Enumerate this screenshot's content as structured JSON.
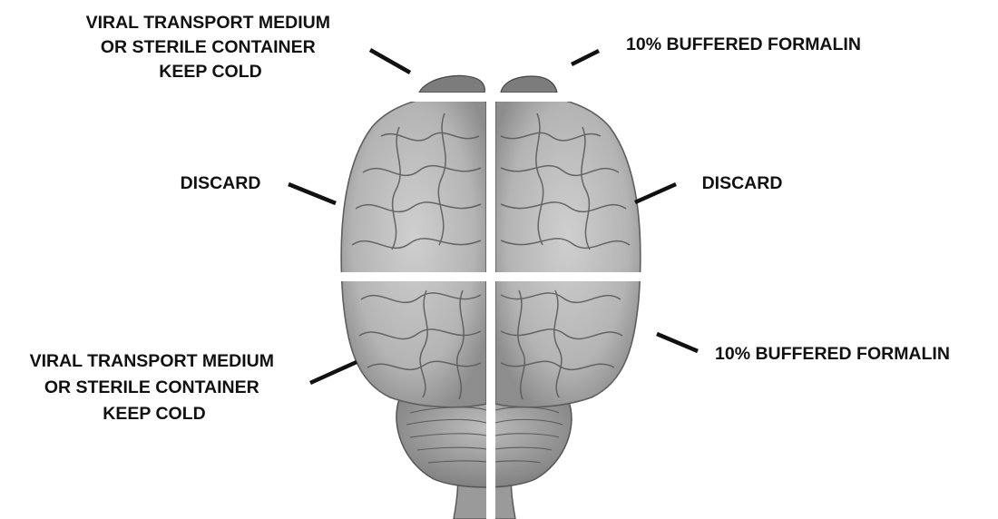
{
  "labels": {
    "top_left": [
      "VIRAL TRANSPORT MEDIUM",
      "OR STERILE CONTAINER",
      "KEEP COLD"
    ],
    "top_right": [
      "10% BUFFERED FORMALIN"
    ],
    "mid_left": [
      "DISCARD"
    ],
    "mid_right": [
      "DISCARD"
    ],
    "bottom_left": [
      "VIRAL TRANSPORT MEDIUM",
      "OR STERILE CONTAINER",
      "KEEP COLD"
    ],
    "bottom_right": [
      "10% BUFFERED FORMALIN"
    ]
  },
  "colors": {
    "text": "#111111",
    "tissue": "#b9b9b9",
    "tissue_dark": "#6f6f6f",
    "cut": "#ffffff"
  }
}
